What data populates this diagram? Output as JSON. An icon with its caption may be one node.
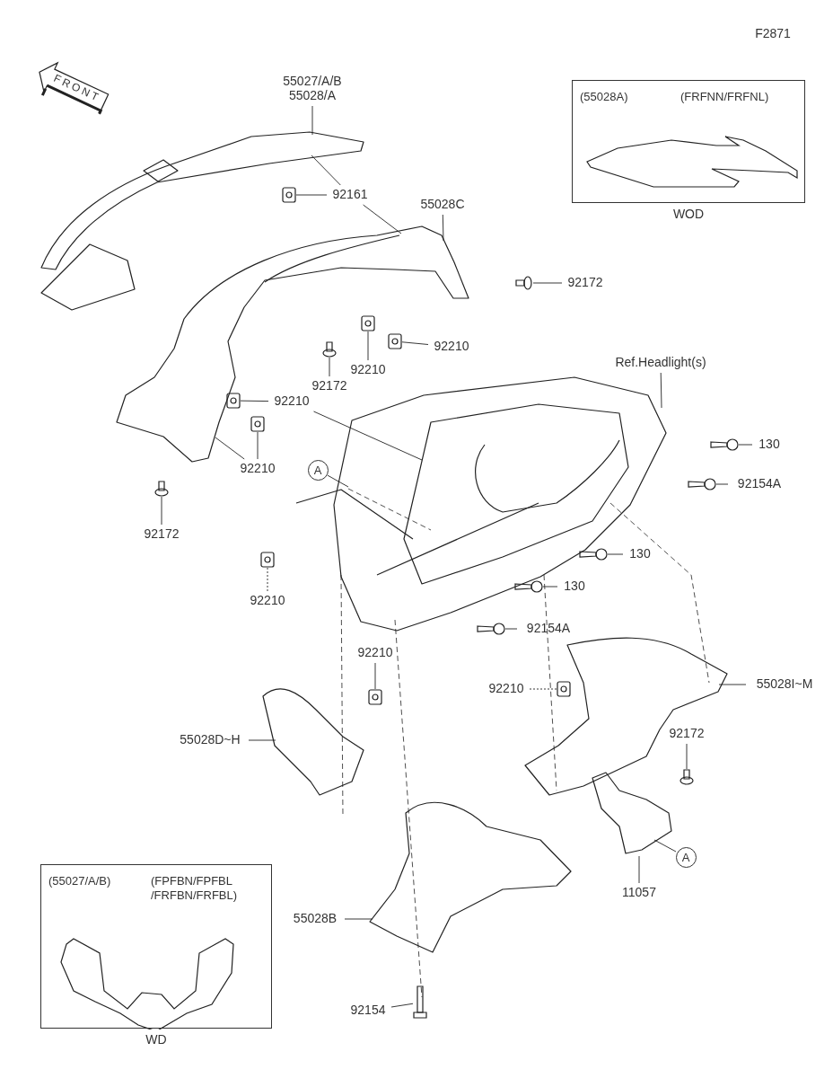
{
  "diagram": {
    "nodes": [
      {
        "text": [
          "55027/A/B 55028/A"
        ]
      },
      {
        "text": [
          "92161"
        ]
      },
      {
        "text": [
          "55028C"
        ]
      },
      {
        "text": [
          "92172"
        ]
      },
      {
        "text": [
          "92210"
        ]
      },
      {
        "text": [
          "92210"
        ]
      },
      {
        "text": [
          "Ref.Headlight(s)"
        ]
      },
      {
        "text": [
          "92172"
        ]
      },
      {
        "text": [
          "92210"
        ]
      },
      {
        "text": [
          "92210"
        ]
      },
      {
        "text": [
          "92172"
        ]
      },
      {
        "text": [
          "A"
        ]
      },
      {
        "text": [
          "130"
        ]
      },
      {
        "text": [
          "92154A"
        ]
      },
      {
        "text": [
          "130"
        ]
      },
      {
        "text": [
          "130"
        ]
      },
      {
        "text": [
          "92210"
        ]
      },
      {
        "text": [
          "92154A"
        ]
      },
      {
        "text": [
          "92210"
        ]
      },
      {
        "text": [
          "55028I~M"
        ]
      },
      {
        "text": [
          "92210"
        ]
      },
      {
        "text": [
          "55028D~H"
        ]
      },
      {
        "text": [
          "92172"
        ]
      },
      {
        "text": [
          "11057"
        ]
      },
      {
        "text": [
          "A"
        ]
      },
      {
        "text": [
          "55028B"
        ]
      },
      {
        "text": [
          "92154"
        ]
      },
      {
        "text": [
          "(55028A)",
          "(FRFNN/FRFNL)"
        ],
        "beside": [
          "WOD"
        ]
      },
      {
        "text": [
          "(55027/A/B)",
          "(FPFBN/FPFBL /FRFBN/FRFBL)"
        ],
        "beside": [
          "WD"
        ]
      },
      {
        "text": [],
        "shape": "clip"
      },
      {
        "text": [],
        "shape": "screw"
      },
      {
        "text": [],
        "shape": "clip"
      },
      {
        "text": [],
        "shape": "clip"
      },
      {
        "text": [],
        "shape": "screw"
      },
      {
        "text": [],
        "shape": "clip"
      },
      {
        "text": [],
        "shape": "clip"
      },
      {
        "text": [],
        "shape": "screw"
      },
      {
        "text": [],
        "shape": "bolt"
      },
      {
        "text": [],
        "shape": "bolt"
      },
      {
        "text": [],
        "shape": "bolt"
      },
      {
        "text": [],
        "shape": "bolt"
      },
      {
        "text": [],
        "shape": "clip"
      },
      {
        "text": [],
        "shape": "bolt"
      },
      {
        "text": [],
        "shape": "clip"
      },
      {
        "text": [],
        "shape": "clip"
      },
      {
        "text": [],
        "shape": "screw"
      },
      {
        "text": [],
        "shape": "screw"
      }
    ],
    "edges": [
      {
        "from": 0,
        "to": null,
        "arrow": "none"
      },
      {
        "from": 1,
        "to": 29,
        "arrow": "none"
      },
      {
        "from": 1,
        "to": null,
        "arrow": "none"
      },
      {
        "from": 1,
        "to": null,
        "arrow": "none"
      },
      {
        "from": 2,
        "to": null,
        "arrow": "none"
      },
      {
        "from": 3,
        "to": 30,
        "arrow": "none"
      },
      {
        "from": 4,
        "to": 31,
        "arrow": "none"
      },
      {
        "from": 5,
        "to": 32,
        "arrow": "none"
      },
      {
        "from": 6,
        "to": null,
        "arrow": "none"
      },
      {
        "from": 7,
        "to": 33,
        "arrow": "none"
      },
      {
        "from": 8,
        "to": 34,
        "arrow": "none"
      },
      {
        "from": 8,
        "to": null,
        "arrow": "none"
      },
      {
        "from": 9,
        "to": 35,
        "arrow": "none"
      },
      {
        "from": 9,
        "to": null,
        "arrow": "none"
      },
      {
        "from": 10,
        "to": 36,
        "arrow": "none"
      },
      {
        "from": 11,
        "to": null,
        "arrow": "none"
      },
      {
        "from": 12,
        "to": 37,
        "arrow": "none"
      },
      {
        "from": 13,
        "to": 38,
        "arrow": "none"
      },
      {
        "from": 14,
        "to": 39,
        "arrow": "none"
      },
      {
        "from": 15,
        "to": 40,
        "arrow": "none"
      },
      {
        "from": 16,
        "to": 41,
        "arrow": "none",
        "style": "dashed"
      },
      {
        "from": 17,
        "to": 42,
        "arrow": "none"
      },
      {
        "from": 18,
        "to": 43,
        "arrow": "none"
      },
      {
        "from": 19,
        "to": null,
        "arrow": "none"
      },
      {
        "from": 20,
        "to": 44,
        "arrow": "none",
        "style": "dashed"
      },
      {
        "from": 21,
        "to": null,
        "arrow": "none"
      },
      {
        "from": 22,
        "to": 45,
        "arrow": "none"
      },
      {
        "from": 23,
        "to": null,
        "arrow": "none"
      },
      {
        "from": 24,
        "to": null,
        "arrow": "none"
      },
      {
        "from": 25,
        "to": null,
        "arrow": "none"
      },
      {
        "from": 26,
        "to": 46,
        "arrow": "none"
      }
    ],
    "labels": [
      "F2871",
      "FRONT"
    ]
  }
}
